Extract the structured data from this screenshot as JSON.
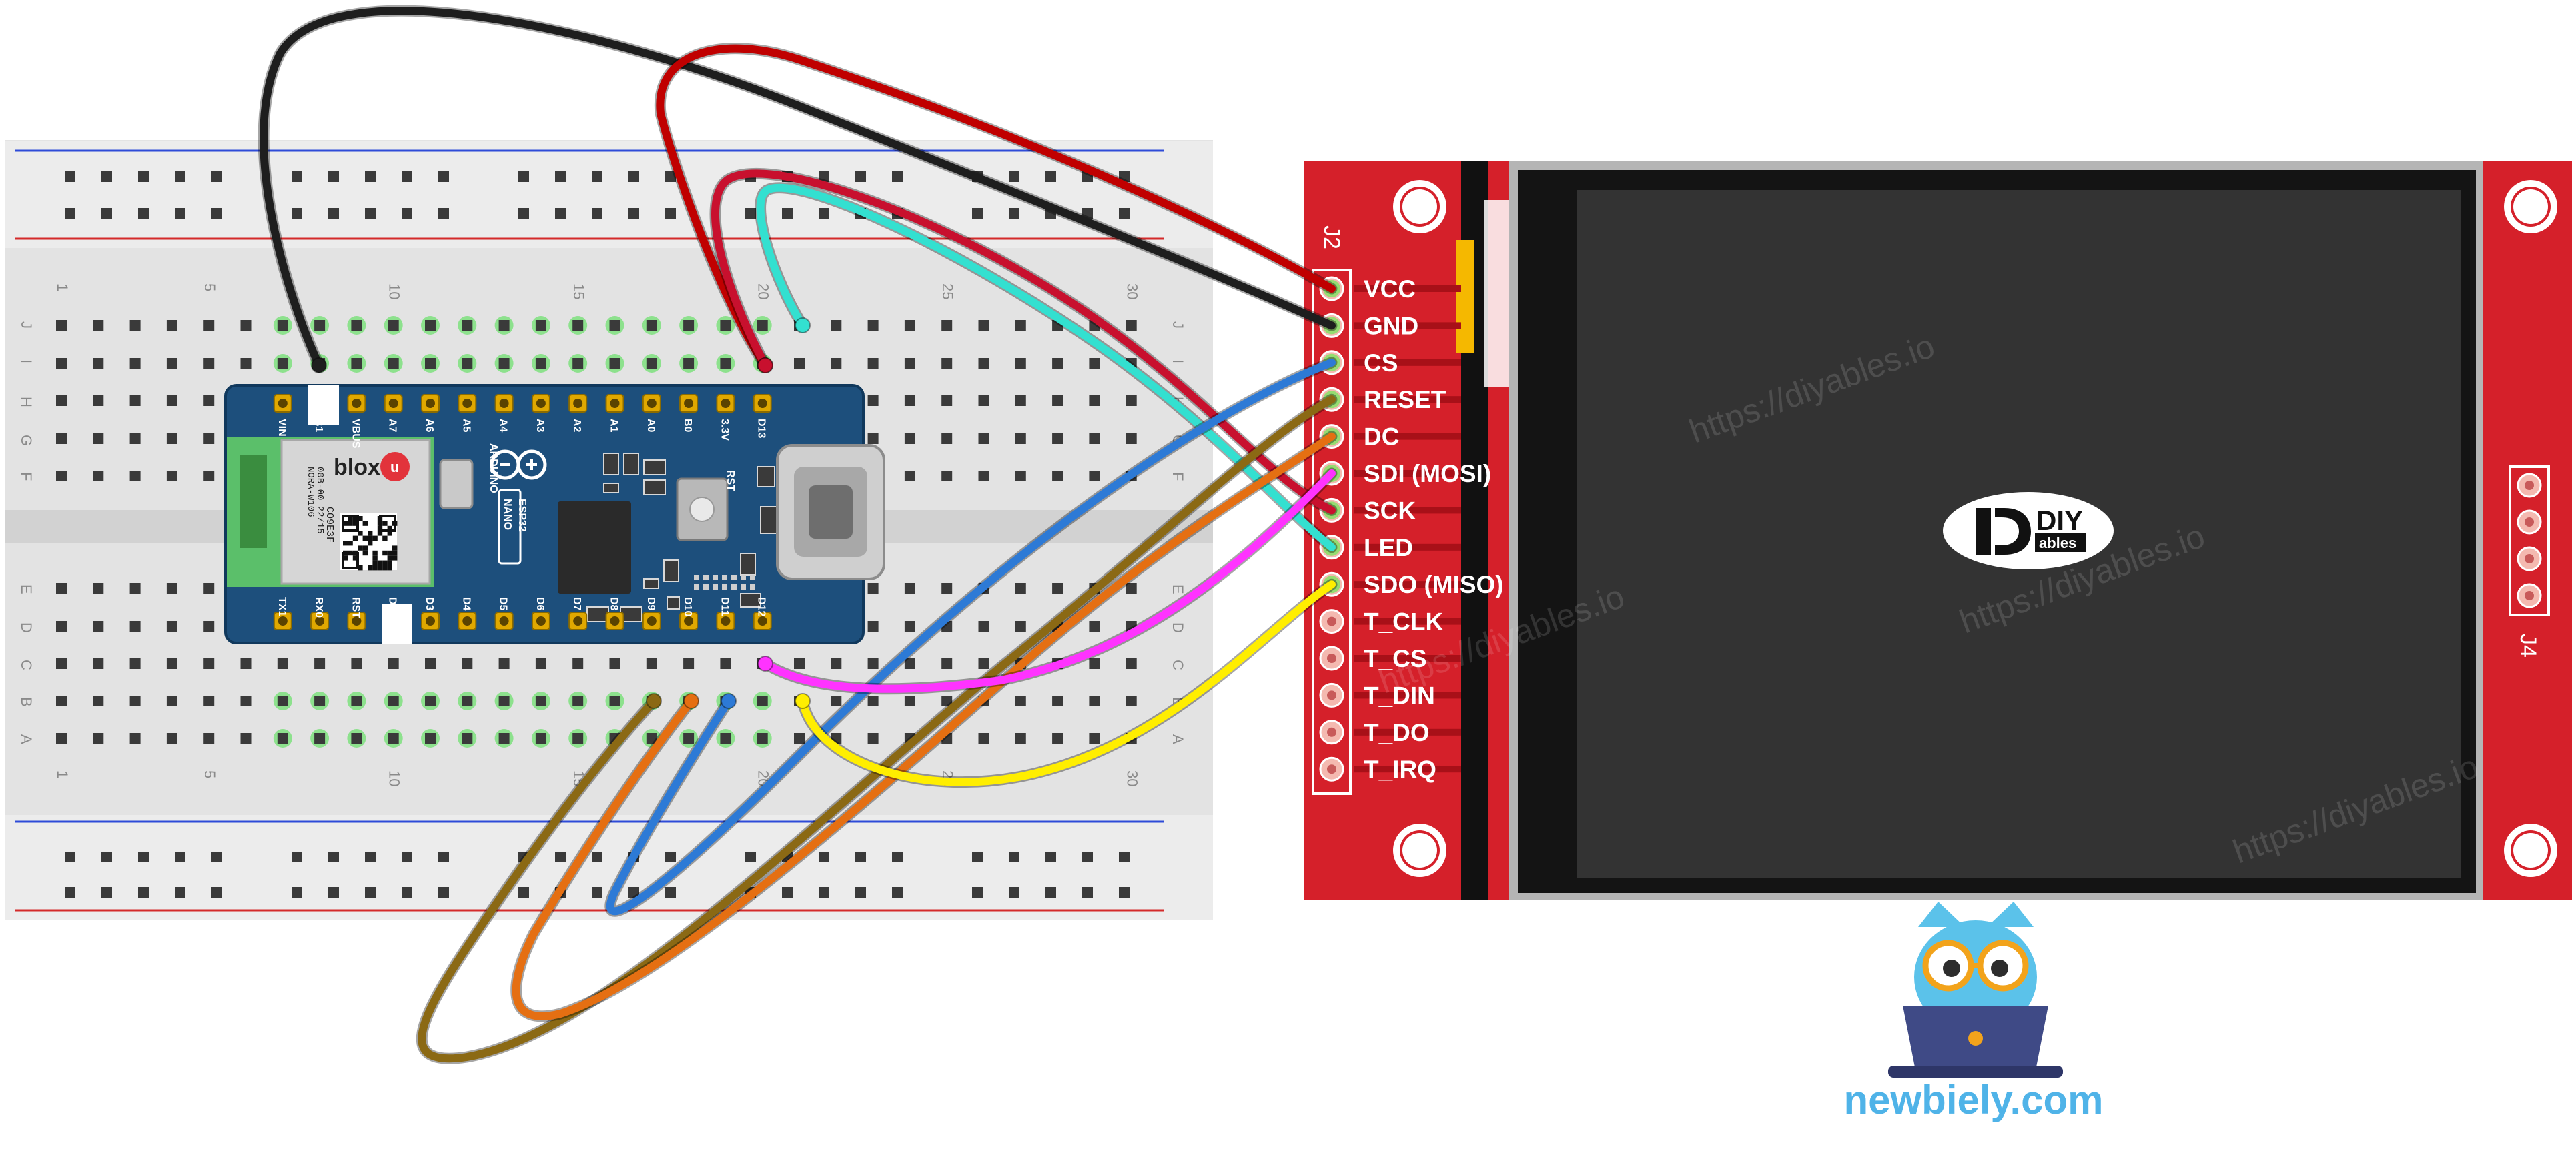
{
  "breadboard": {
    "row_letters_top": [
      "J",
      "I",
      "H",
      "G",
      "F"
    ],
    "row_letters_bottom": [
      "E",
      "D",
      "C",
      "B",
      "A"
    ],
    "column_numbers": [
      "1",
      "5",
      "10",
      "15",
      "20",
      "25",
      "30"
    ]
  },
  "board": {
    "module_brand": "blox",
    "module_id": "CO9E3F",
    "module_line2": "NORA-W106",
    "module_line3": "00B-00 22/15",
    "brand": "ARDUINO",
    "model_line1": "NANO",
    "model_line2": "ESP32",
    "rst_label": "RST",
    "pins_top": [
      "VIN",
      "B1",
      "VBUS",
      "A7",
      "A6",
      "A5",
      "A4",
      "A3",
      "A2",
      "A1",
      "A0",
      "B0",
      "3.3V",
      "D13"
    ],
    "pins_bottom": [
      "TX1",
      "RX0",
      "RST",
      "D2",
      "D3",
      "D4",
      "D5",
      "D6",
      "D7",
      "D8",
      "D9",
      "D10",
      "D11",
      "D12"
    ]
  },
  "display": {
    "header_label": "J2",
    "side_header_label": "J4",
    "pins": [
      "VCC",
      "GND",
      "CS",
      "RESET",
      "DC",
      "SDI (MOSI)",
      "SCK",
      "LED",
      "SDO (MISO)",
      "T_CLK",
      "T_CS",
      "T_DIN",
      "T_DO",
      "T_IRQ"
    ],
    "logo_top": "DIY",
    "logo_bottom": "ables",
    "watermark": "https://diyables.io"
  },
  "wire_colors": {
    "vcc": "#c00000",
    "gnd": "#1e1e1e",
    "cs": "#2d7ad6",
    "reset": "#8b6914",
    "dc": "#e56f12",
    "mosi": "#ff33ff",
    "sck": "#c8102e",
    "led": "#33e0d0",
    "miso": "#ffee00"
  },
  "brand_footer": {
    "text": "newbiely.com",
    "color": "#4fb3e8"
  }
}
